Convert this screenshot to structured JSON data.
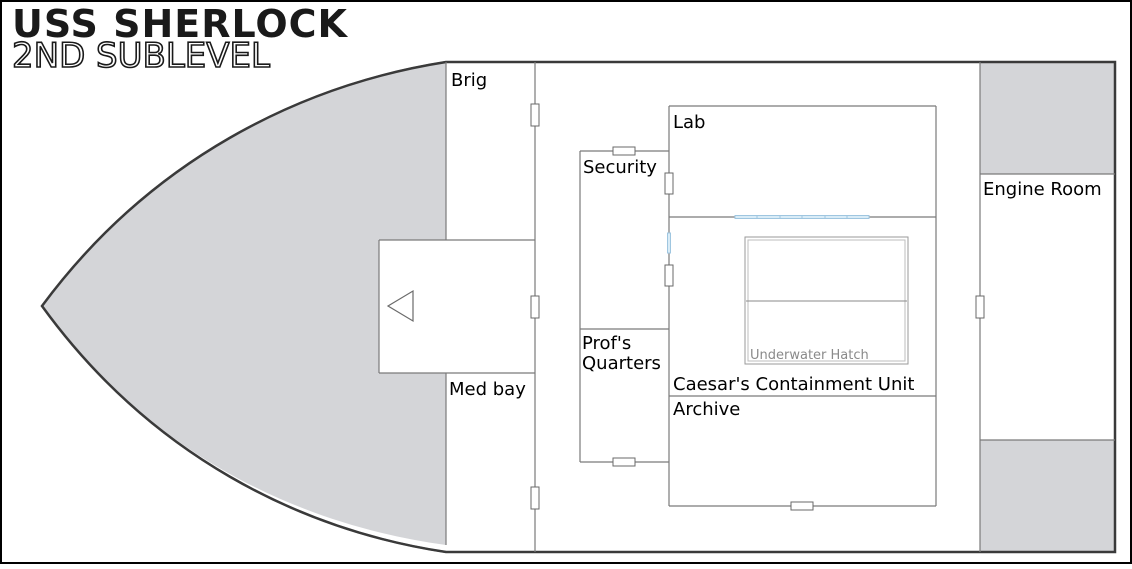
{
  "title": {
    "main": "USS SHERLOCK",
    "sub": "2ND SUBLEVEL"
  },
  "colors": {
    "hull_fill": "#d4d5d8",
    "hull_stroke": "#3a3a3a",
    "wall": "#7a7a7a",
    "glass": "#9fc6e0",
    "hatch_text": "#8a8a8a"
  },
  "rooms": {
    "brig": "Brig",
    "med_bay": "Med bay",
    "security": "Security",
    "profs_quarters_line1": "Prof's",
    "profs_quarters_line2": "Quarters",
    "lab": "Lab",
    "caesars_containment_unit": "Caesar's Containment Unit",
    "archive": "Archive",
    "engine_room": "Engine Room",
    "underwater_hatch": "Underwater Hatch"
  },
  "icons": {
    "stairs": "triangle-left-icon"
  }
}
